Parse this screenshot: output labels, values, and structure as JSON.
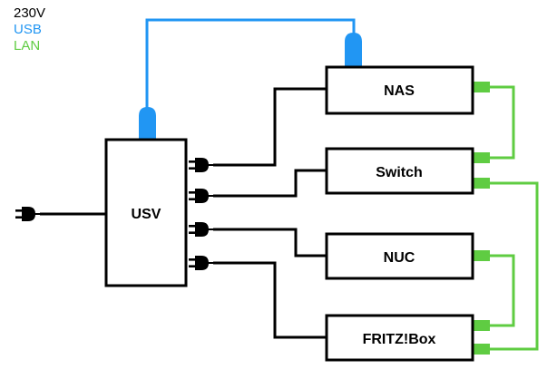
{
  "legend": {
    "items": [
      {
        "label": "230V",
        "color": "#000000"
      },
      {
        "label": "USB",
        "color": "#2196f3"
      },
      {
        "label": "LAN",
        "color": "#5fcc42"
      }
    ]
  },
  "colors": {
    "power": "#000000",
    "usb": "#2196f3",
    "lan": "#5fcc42"
  },
  "devices": {
    "usv": {
      "label": "USV"
    },
    "nas": {
      "label": "NAS"
    },
    "switch": {
      "label": "Switch"
    },
    "nuc": {
      "label": "NUC"
    },
    "fritzbox": {
      "label": "FRITZ!Box"
    }
  },
  "connections": {
    "power": [
      "wall → USV",
      "USV outlet 1 → NAS",
      "USV outlet 2 → Switch",
      "USV outlet 3 → NUC",
      "USV outlet 4 → FRITZ!Box"
    ],
    "usb": [
      "USV → NAS"
    ],
    "lan": [
      "NAS → Switch",
      "Switch → FRITZ!Box",
      "NUC → FRITZ!Box"
    ]
  }
}
